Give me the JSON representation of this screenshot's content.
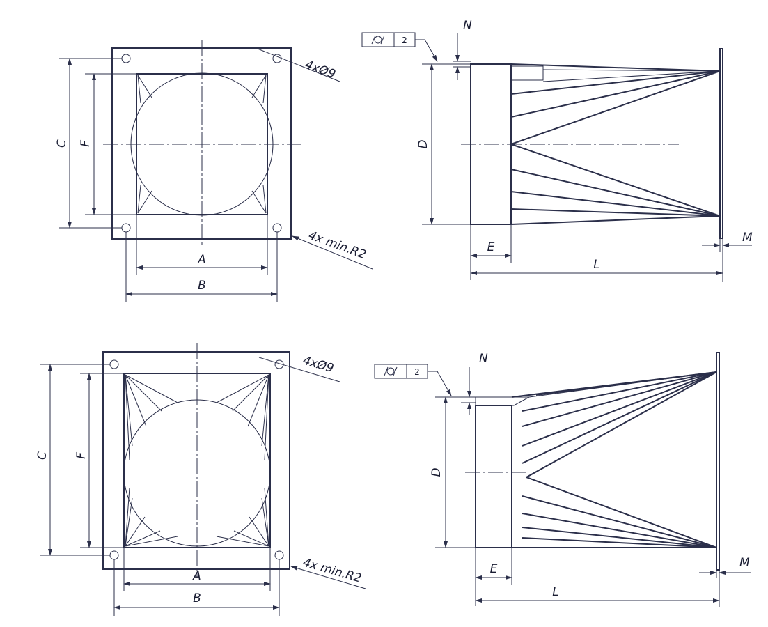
{
  "views": {
    "top": {
      "dims": {
        "A": "A",
        "B": "B",
        "C": "C",
        "F": "F",
        "holes": "4xØ9",
        "radius": "4x min.R2"
      },
      "side": {
        "D": "D",
        "E": "E",
        "L": "L",
        "M": "M",
        "N": "N",
        "tolerance_value": "2"
      }
    },
    "bottom": {
      "dims": {
        "A": "A",
        "B": "B",
        "C": "C",
        "F": "F",
        "holes": "4xØ9",
        "radius": "4x min.R2"
      },
      "side": {
        "D": "D",
        "E": "E",
        "L": "L",
        "M": "M",
        "N": "N",
        "tolerance_value": "2"
      }
    }
  },
  "colors": {
    "line": "#2b2f4a",
    "text": "#1a1d33",
    "background": "#ffffff"
  }
}
